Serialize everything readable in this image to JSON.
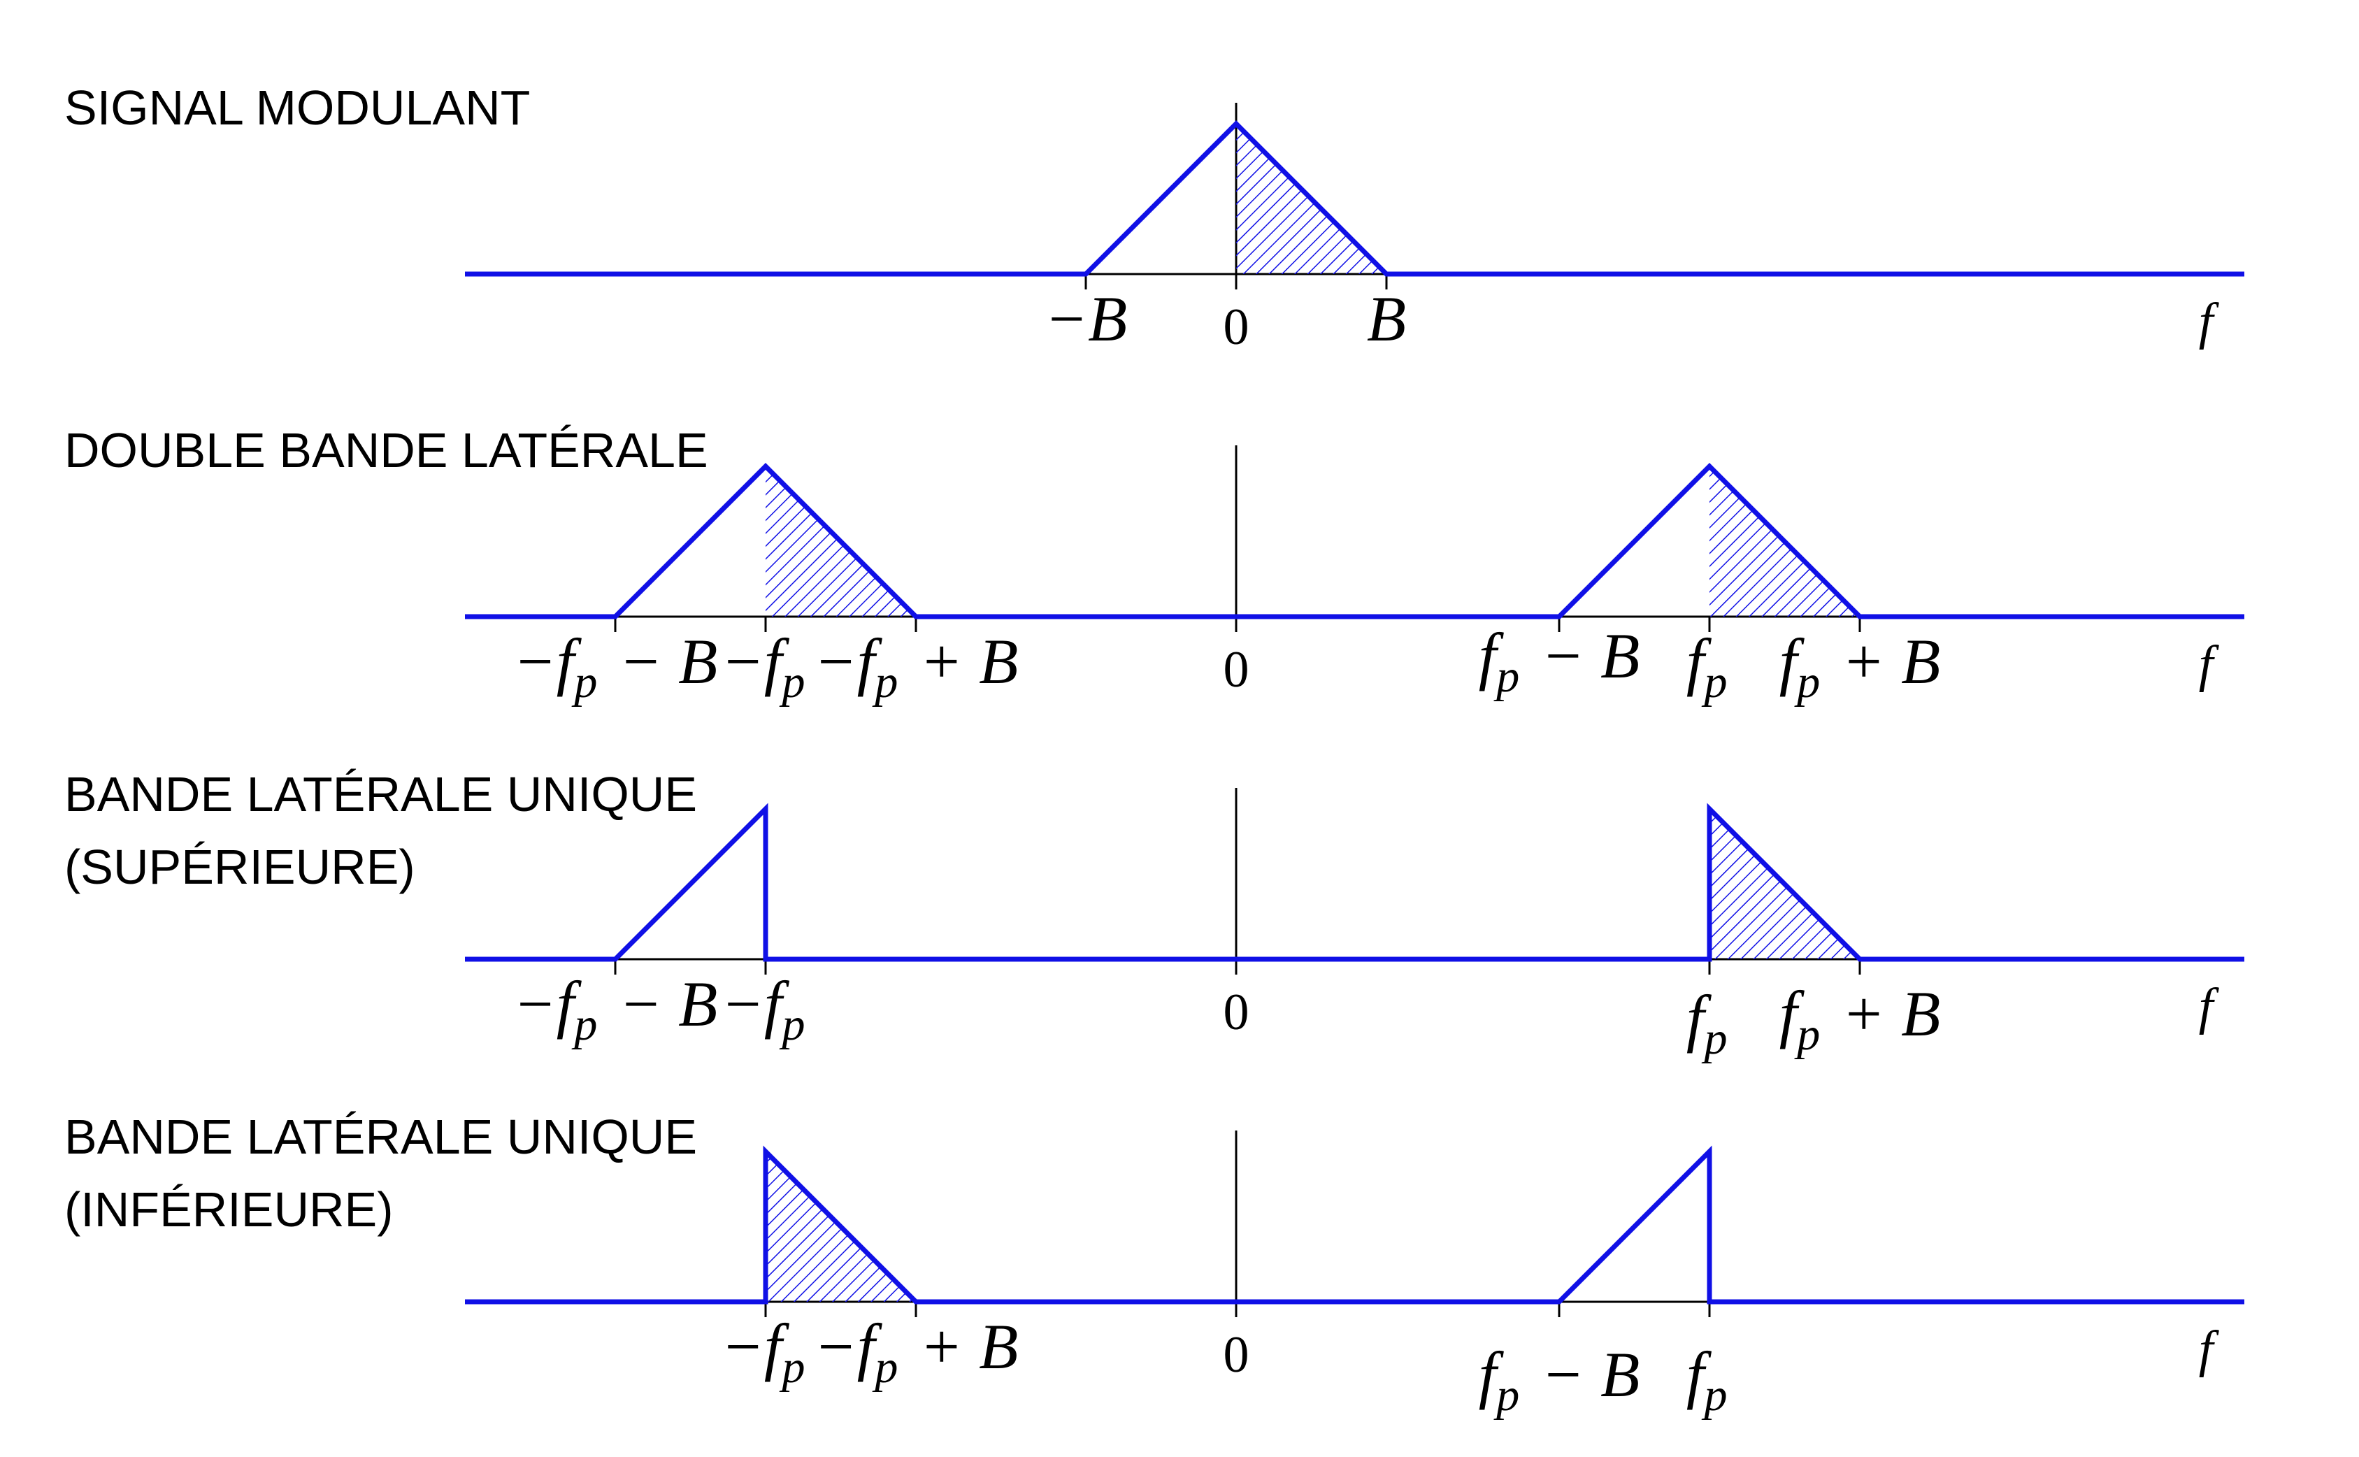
{
  "colors": {
    "signal": "#1010e6",
    "axis": "#000000",
    "background": "#ffffff"
  },
  "rows": [
    {
      "id": "signal-modulant",
      "title_lines": [
        "SIGNAL MODULANT"
      ],
      "axis_label": "f",
      "triangles": [
        {
          "center": "0",
          "left_half": true,
          "right_half": true,
          "hatched_side": "right"
        }
      ],
      "labels": [
        {
          "at": "-B",
          "text": "−B"
        },
        {
          "at": "0",
          "text": "0"
        },
        {
          "at": "B",
          "text": "B"
        }
      ]
    },
    {
      "id": "double-bande-laterale",
      "title_lines": [
        "DOUBLE BANDE LATÉRALE"
      ],
      "axis_label": "f",
      "triangles": [
        {
          "center": "-fp",
          "left_half": true,
          "right_half": true,
          "hatched_side": "right"
        },
        {
          "center": "fp",
          "left_half": true,
          "right_half": true,
          "hatched_side": "right"
        }
      ],
      "labels": [
        {
          "at": "-fp-B",
          "text": "−f_p − B"
        },
        {
          "at": "-fp",
          "text": "−f_p"
        },
        {
          "at": "-fp+B",
          "text": "−f_p + B"
        },
        {
          "at": "0",
          "text": "0"
        },
        {
          "at": "fp-B",
          "text": "f_p − B"
        },
        {
          "at": "fp",
          "text": "f_p"
        },
        {
          "at": "fp+B",
          "text": "f_p + B"
        }
      ]
    },
    {
      "id": "bande-laterale-unique-superieure",
      "title_lines": [
        "BANDE LATÉRALE UNIQUE",
        "(SUPÉRIEURE)"
      ],
      "axis_label": "f",
      "triangles": [
        {
          "center": "-fp",
          "left_half": true,
          "right_half": false,
          "hatched_side": "none"
        },
        {
          "center": "fp",
          "left_half": false,
          "right_half": true,
          "hatched_side": "right"
        }
      ],
      "labels": [
        {
          "at": "-fp-B",
          "text": "−f_p − B"
        },
        {
          "at": "-fp",
          "text": "−f_p"
        },
        {
          "at": "0",
          "text": "0"
        },
        {
          "at": "fp",
          "text": "f_p"
        },
        {
          "at": "fp+B",
          "text": "f_p + B"
        }
      ]
    },
    {
      "id": "bande-laterale-unique-inferieure",
      "title_lines": [
        "BANDE LATÉRALE UNIQUE",
        "(INFÉRIEURE)"
      ],
      "axis_label": "f",
      "triangles": [
        {
          "center": "-fp",
          "left_half": false,
          "right_half": true,
          "hatched_side": "right"
        },
        {
          "center": "fp",
          "left_half": true,
          "right_half": false,
          "hatched_side": "none"
        }
      ],
      "labels": [
        {
          "at": "-fp",
          "text": "−f_p"
        },
        {
          "at": "-fp+B",
          "text": "−f_p + B"
        },
        {
          "at": "0",
          "text": "0"
        },
        {
          "at": "fp-B",
          "text": "f_p − B"
        },
        {
          "at": "fp",
          "text": "f_p"
        }
      ]
    }
  ]
}
